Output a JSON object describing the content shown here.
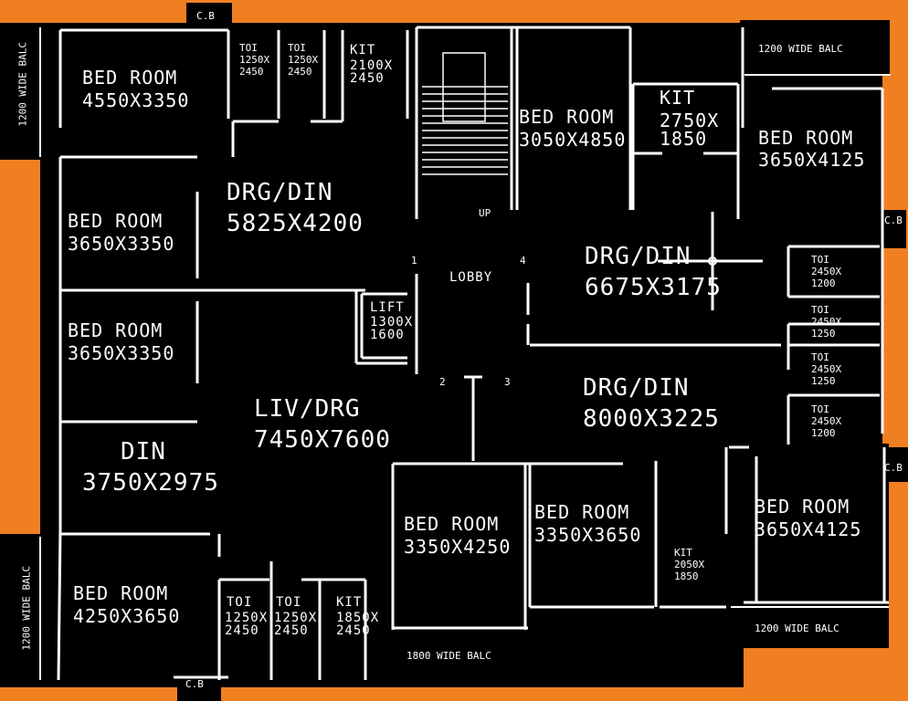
{
  "colors": {
    "background": "#f07f22",
    "floor": "#000000",
    "walls": "#ffffff"
  },
  "rooms": {
    "bed_tl": {
      "name": "BED ROOM",
      "size": "4550X3350"
    },
    "toi_tl1": {
      "name": "TOI",
      "size": "1250X\n2450"
    },
    "toi_tl2": {
      "name": "TOI",
      "size": "1250X\n2450"
    },
    "kit_tl": {
      "name": "KIT",
      "size": "2100X\n2450"
    },
    "drg_tl": {
      "name": "DRG/DIN",
      "size": "5825X4200"
    },
    "bed_l1": {
      "name": "BED ROOM",
      "size": "3650X3350"
    },
    "bed_l2": {
      "name": "BED ROOM",
      "size": "3650X3350"
    },
    "lift": {
      "name": "LIFT",
      "size": "1300X\n1600"
    },
    "lobby": {
      "name": "LOBBY"
    },
    "up": {
      "name": "UP"
    },
    "liv": {
      "name": "LIV/DRG",
      "size": "7450X7600"
    },
    "din": {
      "name": "DIN",
      "size": "3750X2975"
    },
    "bed_bl": {
      "name": "BED ROOM",
      "size": "4250X3650"
    },
    "toi_bl1": {
      "name": "TOI",
      "size": "1250X\n2450"
    },
    "toi_bl2": {
      "name": "TOI",
      "size": "1250X\n2450"
    },
    "kit_bl": {
      "name": "KIT",
      "size": "1850X\n2450"
    },
    "bed_tm": {
      "name": "BED ROOM",
      "size": "3050X4850"
    },
    "kit_tr": {
      "name": "KIT",
      "size": "2750X\n1850"
    },
    "bed_tr": {
      "name": "BED ROOM",
      "size": "3650X4125"
    },
    "drg_r1": {
      "name": "DRG/DIN",
      "size": "6675X3175"
    },
    "drg_r2": {
      "name": "DRG/DIN",
      "size": "8000X3225"
    },
    "toi_r1": {
      "name": "TOI",
      "size": "2450X\n1200"
    },
    "toi_r2": {
      "name": "TOI",
      "size": "2450X\n1250"
    },
    "toi_r3": {
      "name": "TOI",
      "size": "2450X\n1250"
    },
    "toi_r4": {
      "name": "TOI",
      "size": "2450X\n1200"
    },
    "bed_bm1": {
      "name": "BED ROOM",
      "size": "3350X4250"
    },
    "bed_bm2": {
      "name": "BED ROOM",
      "size": "3350X3650"
    },
    "kit_br": {
      "name": "KIT",
      "size": "2050X\n1850"
    },
    "bed_br": {
      "name": "BED ROOM",
      "size": "3650X4125"
    }
  },
  "balconies": {
    "left_top": "1200 WIDE BALC",
    "left_bottom": "1200 WIDE BALC",
    "top_right": "1200 WIDE BALC",
    "bottom_right": "1200 WIDE BALC",
    "bottom_middle": "1800 WIDE BALC"
  },
  "cb": {
    "top": "C.B",
    "right_top": "C.B",
    "right_mid": "C.B",
    "bottom": "C.B"
  },
  "flat_numbers": {
    "n1": "1",
    "n2": "2",
    "n3": "3",
    "n4": "4"
  }
}
